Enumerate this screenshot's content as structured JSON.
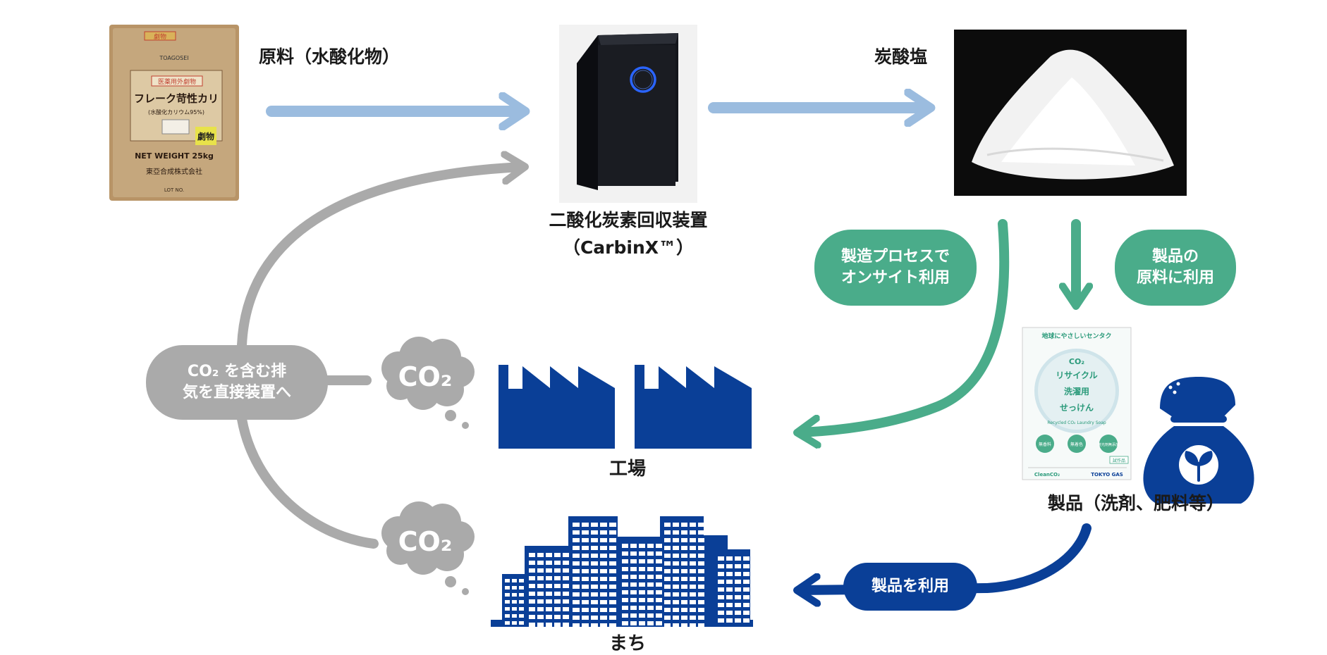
{
  "labels": {
    "raw_material": "原料（水酸化物）",
    "carbonate": "炭酸塩",
    "device_name": "二酸化炭素回収装置",
    "device_model": "（CarbinX™）",
    "factory": "工場",
    "town": "まち",
    "products": "製品（洗剤、肥料等）"
  },
  "bubbles": {
    "onsite": [
      "製造プロセスで",
      "オンサイト利用"
    ],
    "product_material": [
      "製品の",
      "原料に利用"
    ],
    "use_product": "製品を利用",
    "exhaust": [
      "CO₂ を含む排",
      "気を直接装置へ"
    ]
  },
  "clouds": {
    "factory_co2": "CO₂",
    "town_co2": "CO₂"
  },
  "bag": {
    "top_badge": "劇物",
    "brand": "TOAGOSEI",
    "warning": "医薬用外劇物",
    "product": "フレーク苛性カリ",
    "sub": "(水酸化カリウム95%)",
    "stamp": "劇物",
    "weight": "NET WEIGHT 25kg",
    "maker": "東亞合成株式会社",
    "lot": "LOT NO."
  },
  "soap_box": {
    "header": "地球にやさしいセンタク",
    "co2": "CO₂",
    "line1": "リサイクル",
    "line2": "洗濯用",
    "line3": "せっけん",
    "english": "Recycled CO₂ Laundry Soap",
    "badge1": "無香料",
    "badge2": "無着色",
    "badge3": "蛍光剤無添加",
    "footer1": "CleanCO₂",
    "footer2": "TOKYO GAS",
    "tag": "試作品"
  },
  "colors": {
    "blue_arrow": "#9bbcdf",
    "green": "#4aac8a",
    "navy": "#0a3f97",
    "gray": "#aaaaaa"
  }
}
